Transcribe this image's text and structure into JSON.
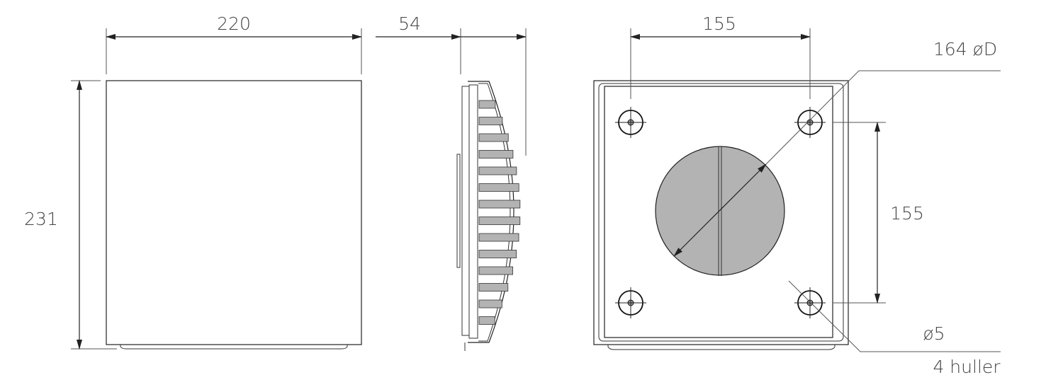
{
  "drawing": {
    "front_view": {
      "width_label": "220",
      "height_label": "231"
    },
    "side_view": {
      "depth_label": "54"
    },
    "back_view": {
      "hole_spacing_horizontal_label": "155",
      "hole_spacing_vertical_label": "155",
      "duct_diameter_label": "164 øD",
      "hole_diameter_label": "ø5",
      "hole_count_label": "4 huller"
    },
    "colors": {
      "line": "#222222",
      "fill_gray": "#b3b3b3",
      "text": "#444444"
    }
  }
}
